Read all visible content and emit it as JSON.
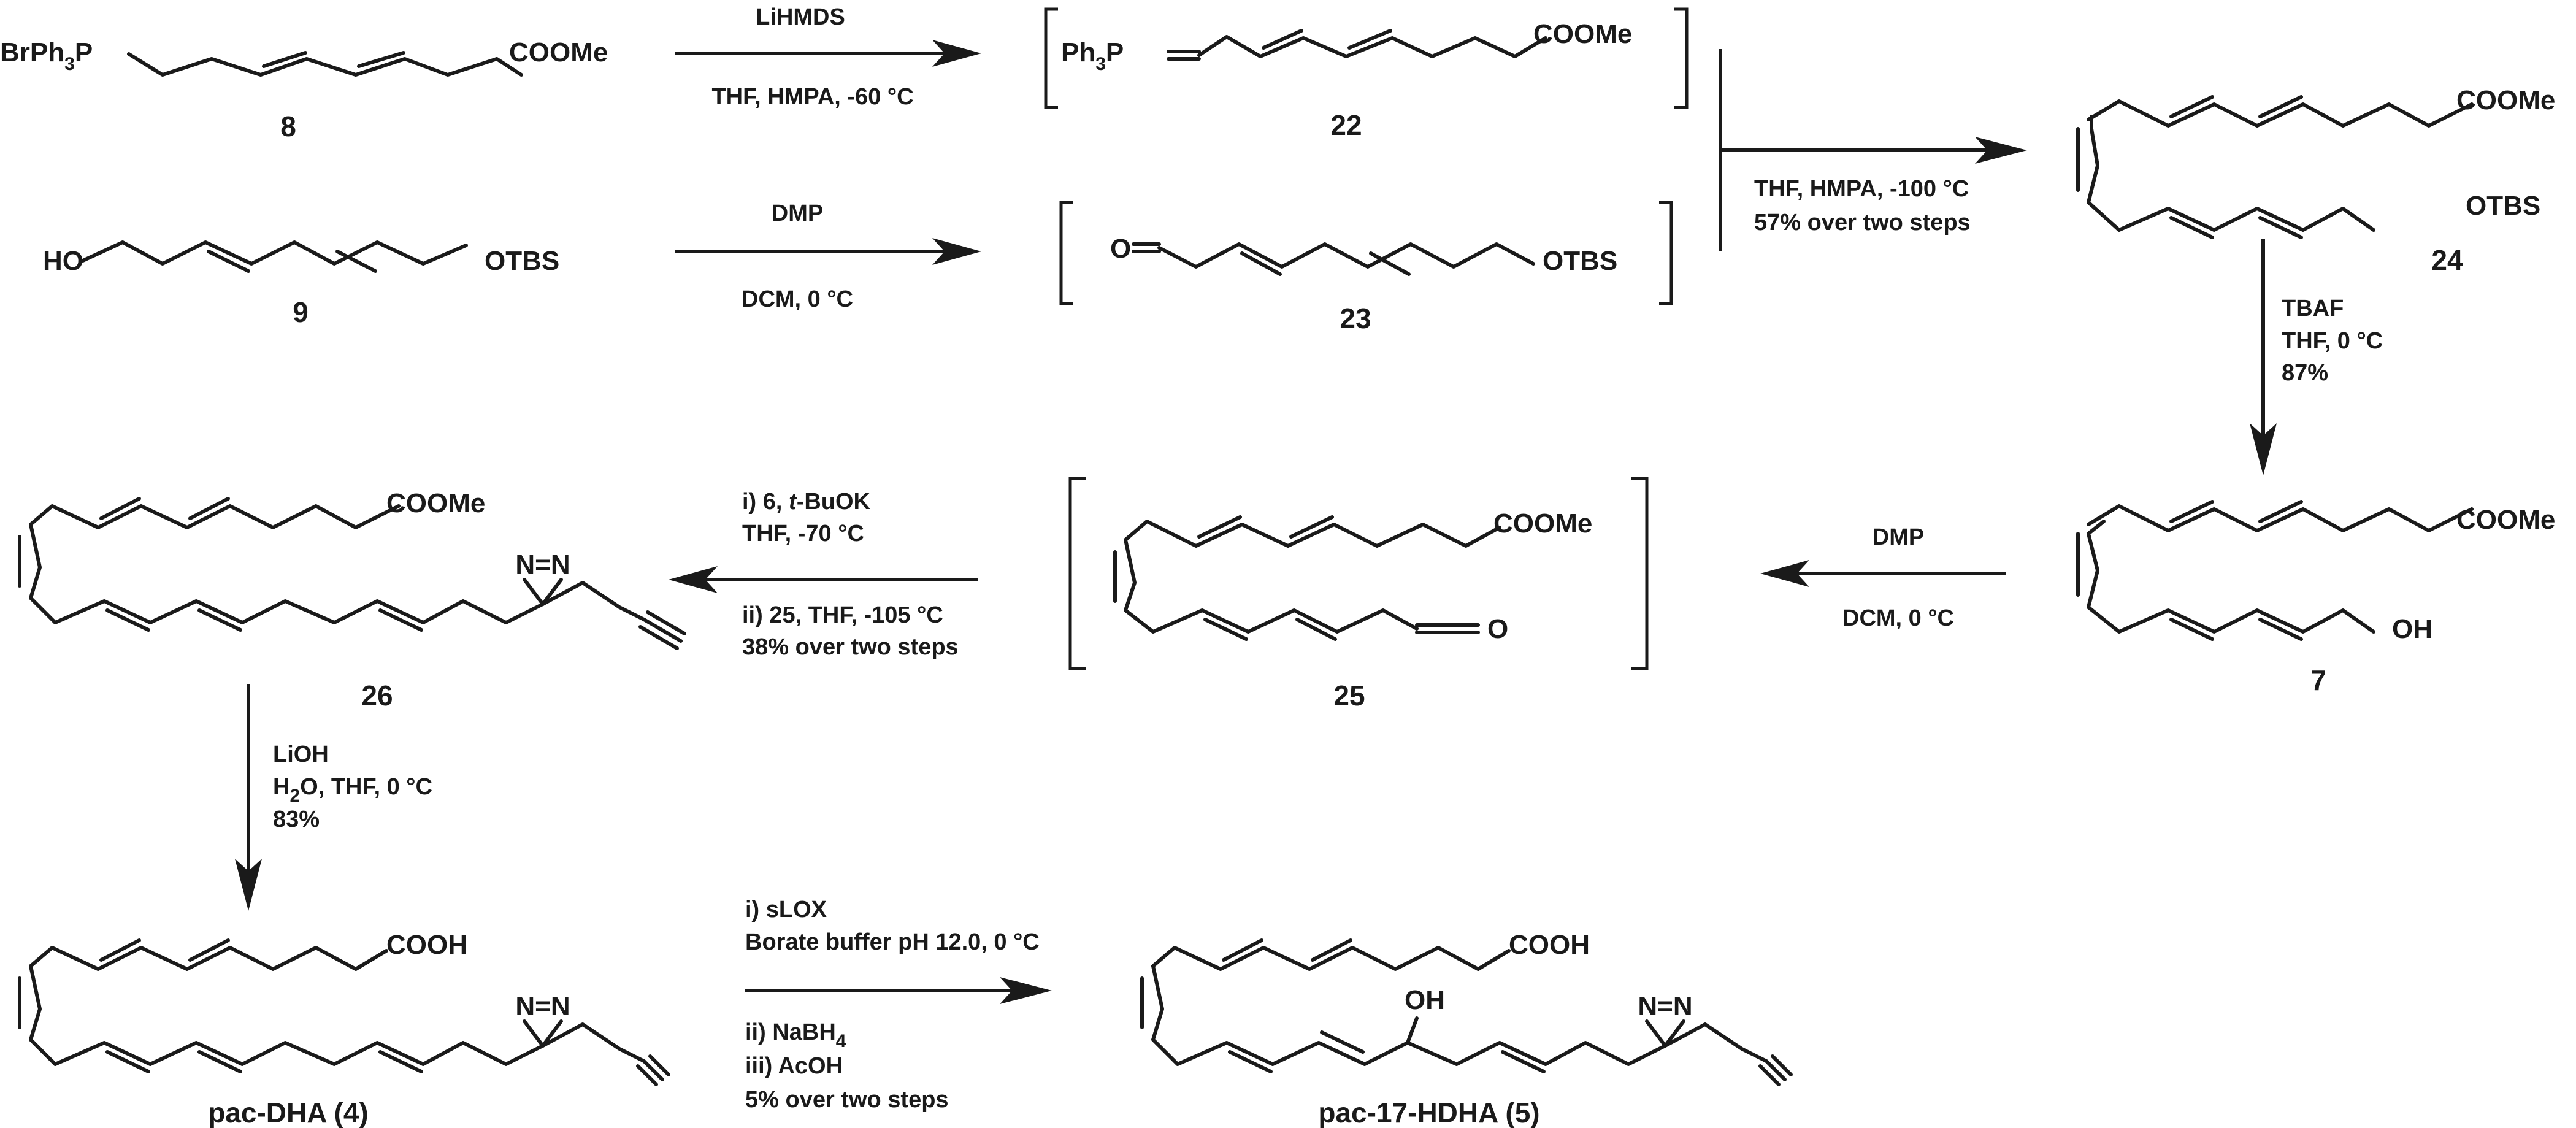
{
  "scheme": {
    "compound_8": {
      "left": "BrPh",
      "left_sub": "3",
      "p": "P",
      "right": "COOMe",
      "number": "8"
    },
    "compound_9": {
      "left": "HO",
      "right": "OTBS",
      "number": "9"
    },
    "compound_22": {
      "left": "Ph",
      "left_sub": "3",
      "p": "P",
      "right": "COOMe",
      "number": "22"
    },
    "compound_23": {
      "left": "O",
      "right": "OTBS",
      "number": "23"
    },
    "compound_24": {
      "top": "COOMe",
      "bottom": "OTBS",
      "number": "24"
    },
    "compound_7": {
      "top": "COOMe",
      "bottom": "OH",
      "number": "7"
    },
    "compound_25": {
      "top": "COOMe",
      "bottom": "O",
      "number": "25"
    },
    "compound_26": {
      "top": "COOMe",
      "diazirine": "N=N",
      "number": "26"
    },
    "compound_4": {
      "top": "COOH",
      "diazirine": "N=N",
      "name": "pac-DHA (4)"
    },
    "compound_5": {
      "top": "COOH",
      "oh": "OH",
      "diazirine": "N=N",
      "name": "pac-17-HDHA (5)"
    },
    "step_1": {
      "above": "LiHMDS",
      "below": "THF, HMPA, -60 °C"
    },
    "step_2": {
      "above": "DMP",
      "below": "DCM, 0 °C"
    },
    "step_3": {
      "line1": "THF, HMPA, -100 °C",
      "line2": "57% over two steps"
    },
    "step_4": {
      "line1": "TBAF",
      "line2": "THF, 0 °C",
      "line3": "87%"
    },
    "step_5": {
      "above": "DMP",
      "below": "DCM, 0 °C"
    },
    "step_6": {
      "line1_pre": "i) 6, ",
      "line1_italic": "t",
      "line1_post": "-BuOK",
      "line2": "THF, -70 °C",
      "line3": "ii) 25, THF, -105 °C",
      "line4": "38% over two steps"
    },
    "step_7": {
      "line1": "LiOH",
      "line2_pre": "H",
      "line2_sub": "2",
      "line2_post": "O, THF, 0 °C",
      "line3": "83%"
    },
    "step_8": {
      "line1": "i) sLOX",
      "line2": "Borate buffer pH 12.0, 0 °C",
      "line3_pre": "ii) NaBH",
      "line3_sub": "4",
      "line4": "iii) AcOH",
      "line5": "5% over two steps"
    }
  }
}
